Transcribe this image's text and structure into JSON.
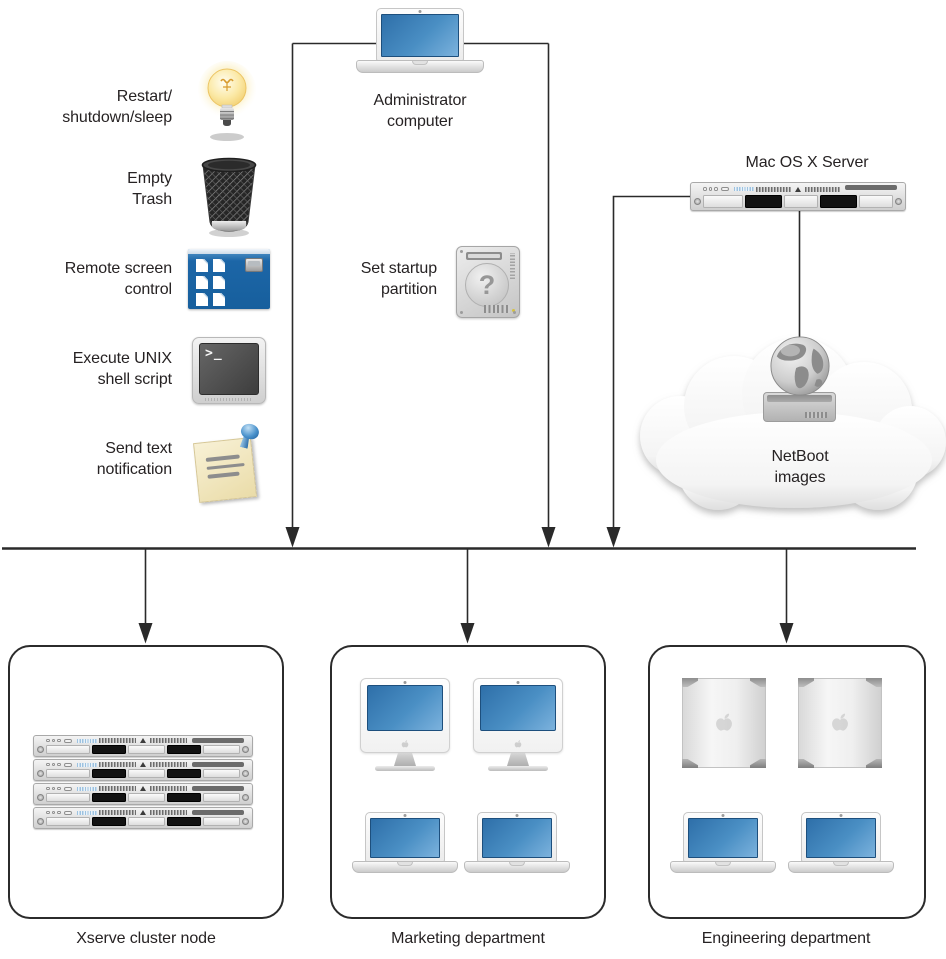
{
  "diagram": {
    "actions": [
      {
        "icon": "lightbulb-icon",
        "label": "Restart/\nshutdown/sleep"
      },
      {
        "icon": "trash-icon",
        "label": "Empty\nTrash"
      },
      {
        "icon": "remote-screen-icon",
        "label": "Remote screen\ncontrol"
      },
      {
        "icon": "terminal-icon",
        "label": "Execute UNIX\nshell script"
      },
      {
        "icon": "sticky-note-icon",
        "label": "Send text\nnotification"
      }
    ],
    "admin_computer": {
      "icon": "laptop-icon",
      "label": "Administrator\ncomputer"
    },
    "set_startup": {
      "icon": "startup-disk-icon",
      "label": "Set startup\npartition",
      "glyph": "?"
    },
    "server": {
      "icon": "xserve-rack-icon",
      "label": "Mac OS X Server"
    },
    "netboot": {
      "icon": "globe-disk-icon",
      "label": "NetBoot\nimages"
    },
    "terminal_prompt": ">_",
    "groups": [
      {
        "label": "Xserve cluster node",
        "devices": [
          "xserve-rack-icon",
          "xserve-rack-icon",
          "xserve-rack-icon",
          "xserve-rack-icon"
        ]
      },
      {
        "label": "Marketing department",
        "devices": [
          "imac-icon",
          "imac-icon",
          "laptop-icon",
          "laptop-icon"
        ]
      },
      {
        "label": "Engineering department",
        "devices": [
          "powermac-tower-icon",
          "powermac-tower-icon",
          "laptop-icon",
          "laptop-icon"
        ]
      }
    ],
    "colors": {
      "screen_blue": "#3b7fba",
      "connector": "#2a2a2a",
      "remote_window_blue": "#1b65a6",
      "note_yellow": "#f2e7c0",
      "pushpin_blue": "#2e74b2",
      "bulb_yellow": "#f6dc8a"
    }
  }
}
